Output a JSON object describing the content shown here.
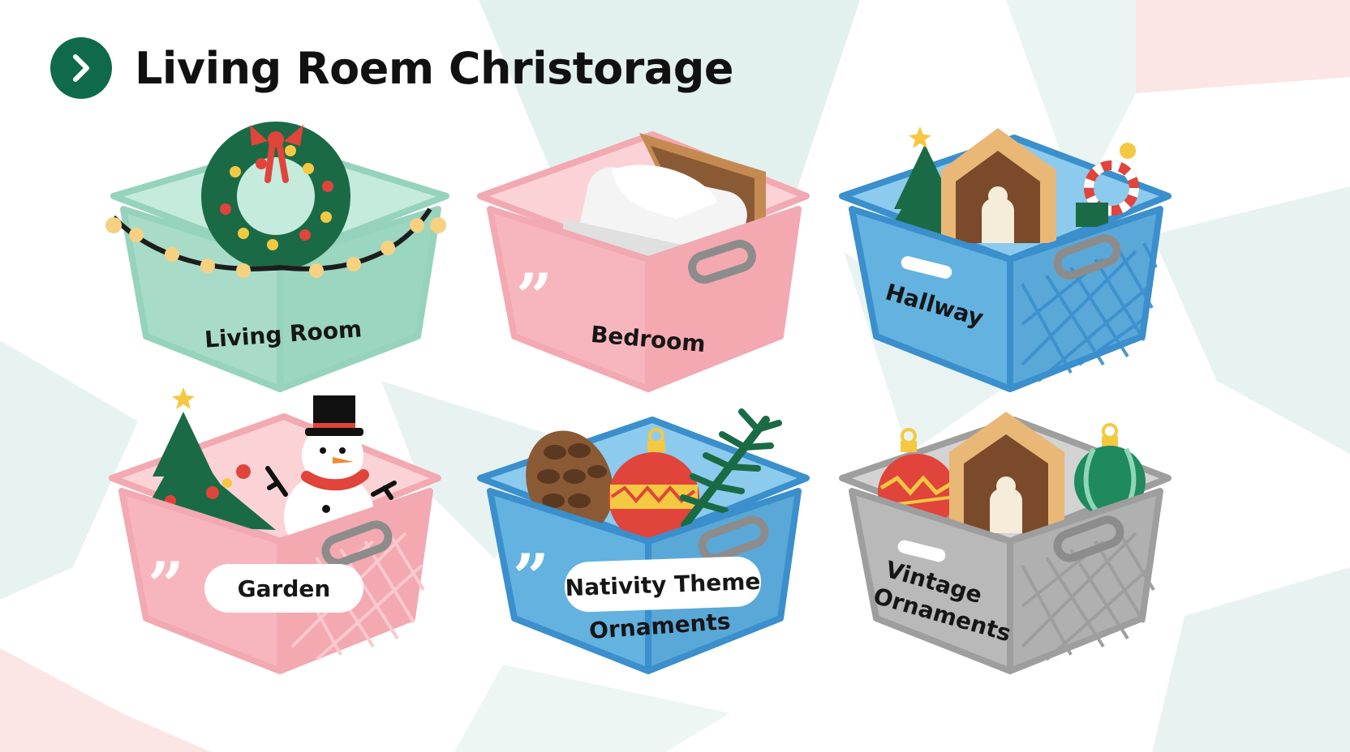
{
  "header": {
    "title": "Living Roem Christorage",
    "nav_icon": "chevron-right-icon",
    "accent": "#0f6a4b"
  },
  "bins": [
    {
      "label": "Living Room",
      "color": "#a8dcc8",
      "contents": [
        "wreath-icon",
        "string-lights-icon"
      ]
    },
    {
      "label": "Bedroom",
      "color": "#f7b6bd",
      "contents": [
        "bed-icon",
        "quote-icon"
      ]
    },
    {
      "label": "Hallway",
      "color": "#63b2e0",
      "contents": [
        "christmas-tree-icon",
        "house-ornament-icon",
        "candy-cane-icon"
      ]
    },
    {
      "label": "Garden",
      "color": "#f7b6bd",
      "contents": [
        "christmas-tree-icon",
        "snowman-icon",
        "quote-icon"
      ]
    },
    {
      "label_line1": "Nativity Theme",
      "label_line2": "Ornaments",
      "color": "#63b2e0",
      "contents": [
        "pinecone-icon",
        "ornament-icon",
        "pine-branch-icon",
        "quote-icon"
      ]
    },
    {
      "label_line1": "Vintage",
      "label_line2": "Ornaments",
      "color": "#b9b9b9",
      "contents": [
        "ornament-icon",
        "house-ornament-icon",
        "ornament-icon"
      ]
    }
  ]
}
